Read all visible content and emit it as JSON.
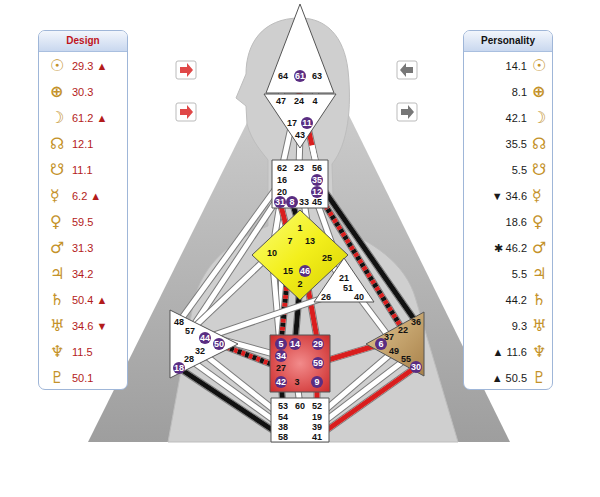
{
  "diagram": {
    "nodes": [
      {
        "text": [
          "Design"
        ]
      },
      {
        "text": [
          "Personality"
        ]
      },
      {
        "text": [
          "64",
          "61",
          "63"
        ]
      },
      {
        "text": [
          "47",
          "24",
          "4",
          "17",
          "11",
          "43"
        ]
      },
      {
        "text": [
          "62",
          "23",
          "56",
          "16",
          "35",
          "20",
          "12",
          "31",
          "8",
          "33",
          "45"
        ]
      },
      {
        "text": [
          "1",
          "7",
          "13",
          "10",
          "25",
          "15",
          "46",
          "2"
        ]
      },
      {
        "text": [
          "21",
          "51",
          "26",
          "40"
        ]
      },
      {
        "text": [
          "48",
          "57",
          "44",
          "50",
          "32",
          "28",
          "18"
        ]
      },
      {
        "text": [
          "5",
          "14",
          "29",
          "34",
          "59",
          "27",
          "42",
          "3",
          "9"
        ]
      },
      {
        "text": [
          "36",
          "22",
          "37",
          "6",
          "49",
          "55",
          "30"
        ]
      },
      {
        "text": [
          "53",
          "60",
          "52",
          "54",
          "19",
          "38",
          "39",
          "58",
          "41"
        ]
      }
    ],
    "edges": [
      {
        "from": 2,
        "to": 3,
        "arrow": "none"
      },
      {
        "from": 2,
        "to": 3,
        "arrow": "none"
      },
      {
        "from": 2,
        "to": 3,
        "arrow": "none"
      },
      {
        "from": 3,
        "to": 4,
        "arrow": "none"
      },
      {
        "from": 3,
        "to": 4,
        "arrow": "none"
      },
      {
        "from": 3,
        "to": 4,
        "arrow": "none"
      },
      {
        "from": 4,
        "to": 7,
        "arrow": "none"
      },
      {
        "from": 4,
        "to": 7,
        "arrow": "none"
      },
      {
        "from": 4,
        "to": 8,
        "arrow": "none"
      },
      {
        "from": 4,
        "to": 5,
        "arrow": "none"
      },
      {
        "from": 4,
        "to": 5,
        "arrow": "none"
      },
      {
        "from": 4,
        "to": 5,
        "arrow": "none"
      },
      {
        "from": 4,
        "to": 5,
        "arrow": "none"
      },
      {
        "from": 4,
        "to": 6,
        "arrow": "none"
      },
      {
        "from": 4,
        "to": 9,
        "arrow": "none"
      },
      {
        "from": 4,
        "to": 9,
        "arrow": "none"
      },
      {
        "from": 5,
        "to": 7,
        "arrow": "none"
      },
      {
        "from": 5,
        "to": 8,
        "arrow": "none"
      },
      {
        "from": 5,
        "to": 6,
        "arrow": "none"
      },
      {
        "from": 5,
        "to": 8,
        "arrow": "none"
      },
      {
        "from": 5,
        "to": 8,
        "arrow": "none"
      },
      {
        "from": 5,
        "to": 8,
        "arrow": "none"
      },
      {
        "from": 6,
        "to": 7,
        "arrow": "none"
      },
      {
        "from": 6,
        "to": 9,
        "arrow": "none"
      },
      {
        "from": 7,
        "to": 8,
        "arrow": "none"
      },
      {
        "from": 7,
        "to": 8,
        "arrow": "none"
      },
      {
        "from": 7,
        "to": 10,
        "arrow": "none"
      },
      {
        "from": 7,
        "to": 10,
        "arrow": "none"
      },
      {
        "from": 7,
        "to": 10,
        "arrow": "none"
      },
      {
        "from": 8,
        "to": 10,
        "arrow": "none"
      },
      {
        "from": 8,
        "to": 10,
        "arrow": "none"
      },
      {
        "from": 8,
        "to": 10,
        "arrow": "none"
      },
      {
        "from": 8,
        "to": 9,
        "arrow": "none"
      },
      {
        "from": 9,
        "to": 10,
        "arrow": "none"
      },
      {
        "from": 9,
        "to": 10,
        "arrow": "none"
      },
      {
        "from": 9,
        "to": 10,
        "arrow": "none"
      }
    ],
    "labels": [
      "☉",
      "29.3 ▲",
      "⊕",
      "30.3",
      "☽",
      "61.2 ▲",
      "☊",
      "12.1",
      "☋",
      "11.1",
      "☿",
      "6.2 ▲",
      "♀",
      "59.5",
      "♂",
      "31.3",
      "♃",
      "34.2",
      "♄",
      "50.4 ▲",
      "♅",
      "34.6 ▼",
      "♆",
      "11.5",
      "♇",
      "50.1",
      "14.1",
      "☉",
      "8.1",
      "⊕",
      "42.1",
      "☽",
      "35.5",
      "☊",
      "5.5",
      "☋",
      "▼ 34.6",
      "☿",
      "18.6",
      "♀",
      "✱ 46.2",
      "♂",
      "5.5",
      "♃",
      "44.2",
      "♄",
      "9.3",
      "♅",
      "▲ 11.6",
      "♆",
      "▲ 50.5",
      "♇"
    ]
  }
}
